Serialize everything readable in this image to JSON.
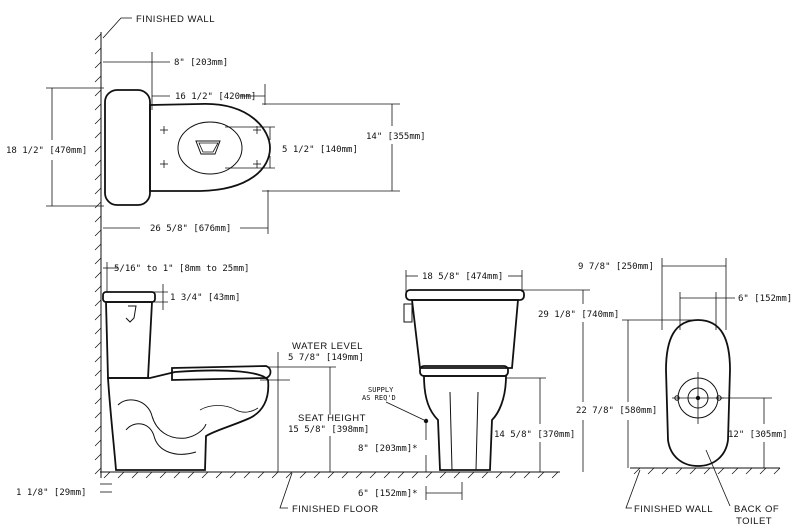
{
  "labels": {
    "finished_wall_top": "FINISHED WALL",
    "finished_wall_bottom": "FINISHED WALL",
    "finished_floor": "FINISHED FLOOR",
    "water_level": "WATER LEVEL",
    "seat_height": "SEAT HEIGHT",
    "supply_line1": "SUPPLY",
    "supply_line2": "AS REQ'D",
    "back_of_toilet_1": "BACK OF",
    "back_of_toilet_2": "TOILET"
  },
  "dims": {
    "top_wall_offset": "8\" [203mm]",
    "top_bolt_to_front": "16 1/2\" [420mm]",
    "top_overall_depth": "18 1/2\" [470mm]",
    "top_bowl_width": "14\" [355mm]",
    "top_opening": "5 1/2\" [140mm]",
    "top_overall_length": "26 5/8\" [676mm]",
    "rough_in_range": "5/16\" to 1\" [8mm to 25mm]",
    "tank_lid": "1 3/4\" [43mm]",
    "water_level_dim": "5 7/8\" [149mm]",
    "seat_height_dim": "15 5/8\" [398mm]",
    "floor_offset": "1 1/8\" [29mm]",
    "front_width": "18 5/8\" [474mm]",
    "front_height": "29 1/8\" [740mm]",
    "front_rim": "14 5/8\" [370mm]",
    "supply_height": "8\" [203mm]*",
    "supply_offset": "6\" [152mm]*",
    "side_depth": "9 7/8\" [250mm]",
    "side_flange": "6\" [152mm]",
    "side_length": "22 7/8\" [580mm]",
    "side_rough_in": "12\" [305mm]"
  }
}
